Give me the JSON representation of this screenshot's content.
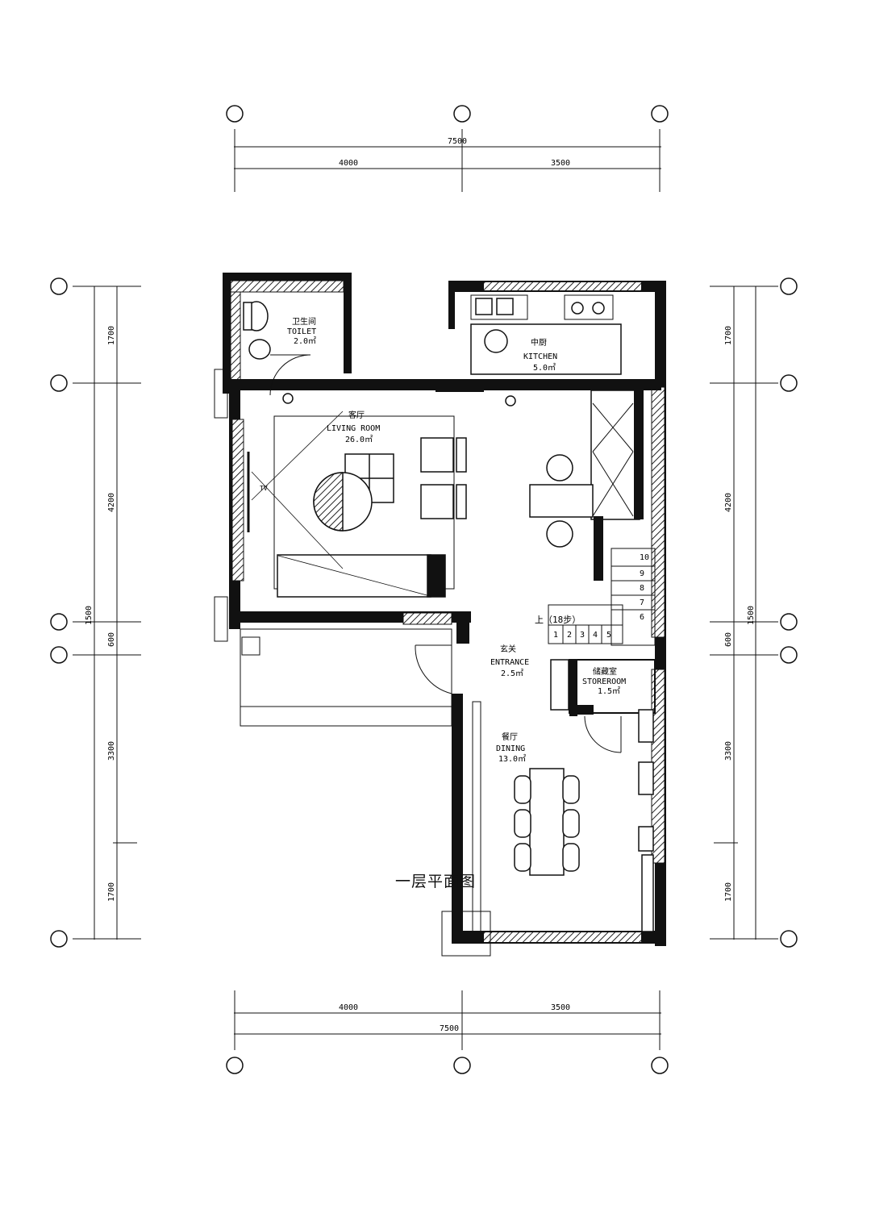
{
  "caption": "一层平面图",
  "top_dims": {
    "total": "7500",
    "seg1": "4000",
    "seg2": "3500"
  },
  "bottom_dims": {
    "total": "7500",
    "seg1": "4000",
    "seg2": "3500"
  },
  "left_dims": {
    "d1": "1700",
    "d2": "4200",
    "d3": "1500",
    "d4": "600",
    "d5": "3300",
    "d6": "1700"
  },
  "right_dims": {
    "d1": "1700",
    "d2": "4200",
    "d3": "1500",
    "d4": "600",
    "d5": "3300",
    "d6": "1700"
  },
  "rooms": {
    "toilet": {
      "cn": "卫生间",
      "en": "TOILET",
      "area": "2.0㎡"
    },
    "kitchen": {
      "cn": "中厨",
      "en": "KITCHEN",
      "area": "5.0㎡"
    },
    "living": {
      "cn": "客厅",
      "en": "LIVING ROOM",
      "area": "26.0㎡"
    },
    "entrance": {
      "cn": "玄关",
      "en": "ENTRANCE",
      "area": "2.5㎡"
    },
    "storeroom": {
      "cn": "储藏室",
      "en": "STOREROOM",
      "area": "1.5㎡"
    },
    "dining": {
      "cn": "餐厅",
      "en": "DINING",
      "area": "13.0㎡"
    }
  },
  "tv_label": "TV",
  "stairs": {
    "up_label": "上（18步）",
    "steps_lower": [
      "1",
      "2",
      "3",
      "4",
      "5"
    ],
    "steps_upper": [
      "10",
      "9",
      "8",
      "7",
      "6"
    ]
  }
}
